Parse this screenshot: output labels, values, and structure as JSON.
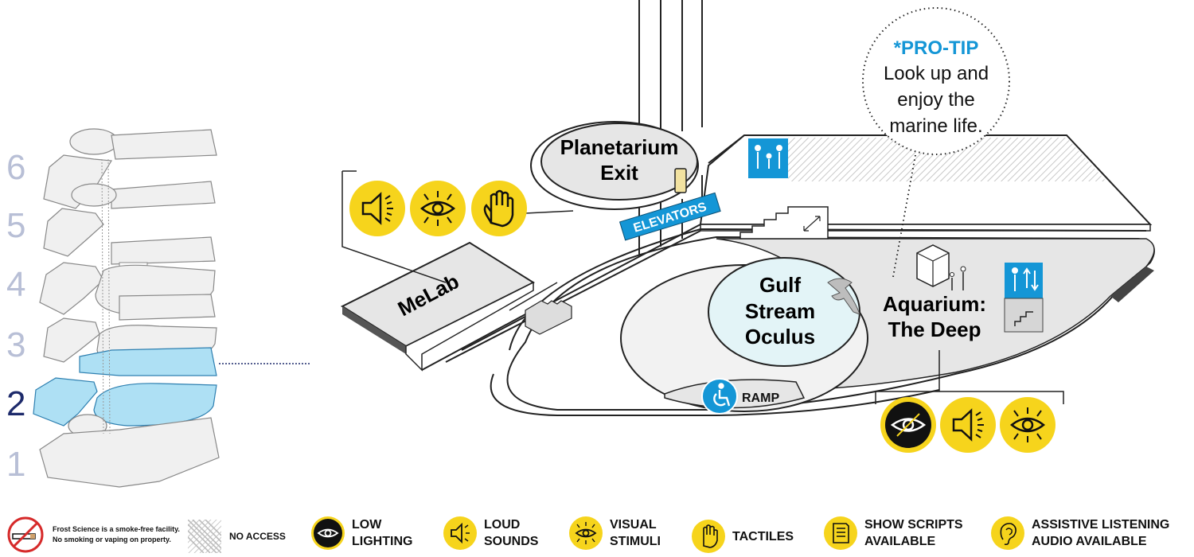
{
  "colors": {
    "accent_yellow": "#f6d41c",
    "accent_blue": "#1496d6",
    "floor_highlight": "#aee0f4",
    "floor_gray": "#f0f0f0",
    "level_number": "#b8bfd6",
    "level_number_active": "#1d2a6b"
  },
  "levels": [
    {
      "label": "6",
      "active": false
    },
    {
      "label": "5",
      "active": false
    },
    {
      "label": "4",
      "active": false
    },
    {
      "label": "3",
      "active": false
    },
    {
      "label": "2",
      "active": true
    },
    {
      "label": "1",
      "active": false
    }
  ],
  "map": {
    "planetarium_exit": [
      "Planetarium",
      "Exit"
    ],
    "elevators": "ELEVATORS",
    "melab": "MeLab",
    "gulf_stream": [
      "Gulf",
      "Stream",
      "Oculus"
    ],
    "aquarium": [
      "Aquarium:",
      "The Deep"
    ],
    "ramp": "RAMP",
    "pro_tip": {
      "title": "*PRO-TIP",
      "lines": [
        "Look up and",
        "enjoy the",
        "marine life."
      ]
    },
    "melab_icons": [
      "loud-sounds-icon",
      "visual-stimuli-icon",
      "tactiles-icon"
    ],
    "aquarium_icons": [
      "low-lighting-icon",
      "loud-sounds-icon",
      "visual-stimuli-icon"
    ]
  },
  "legend": {
    "smoke_line1": "Frost Science is a smoke-free facility.",
    "smoke_line2": "No smoking or vaping on property.",
    "no_access": "NO ACCESS",
    "items": [
      {
        "icon": "low-lighting-icon",
        "lines": [
          "LOW",
          "LIGHTING"
        ]
      },
      {
        "icon": "loud-sounds-icon",
        "lines": [
          "LOUD",
          "SOUNDS"
        ]
      },
      {
        "icon": "visual-stimuli-icon",
        "lines": [
          "VISUAL",
          "STIMULI"
        ]
      },
      {
        "icon": "tactiles-icon",
        "lines": [
          "TACTILES"
        ]
      },
      {
        "icon": "show-scripts-icon",
        "lines": [
          "SHOW SCRIPTS",
          "AVAILABLE"
        ]
      },
      {
        "icon": "assistive-listening-icon",
        "lines": [
          "ASSISTIVE LISTENING",
          "AUDIO AVAILABLE"
        ]
      }
    ]
  }
}
